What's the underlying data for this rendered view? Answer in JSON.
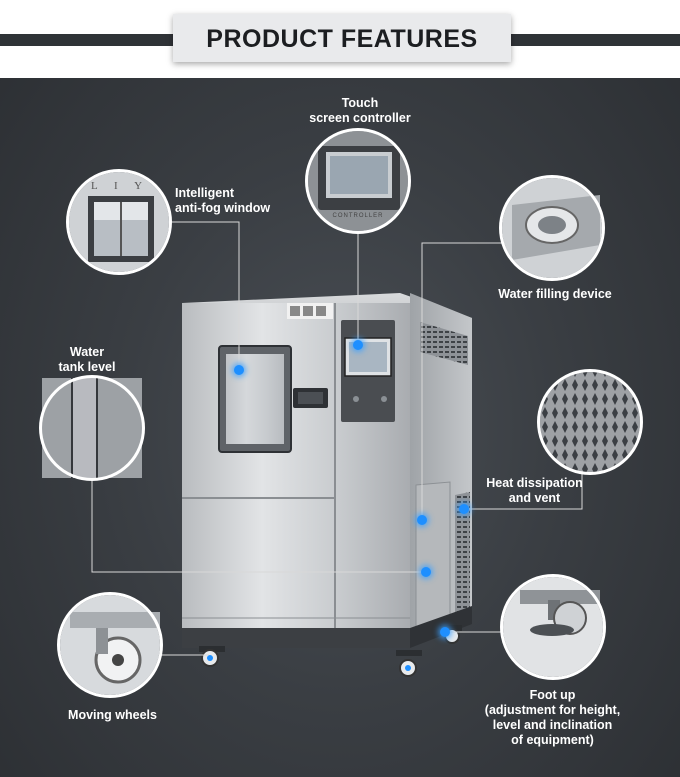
{
  "header": {
    "title": "PRODUCT FEATURES"
  },
  "features": {
    "touch_screen": {
      "line1": "Touch",
      "line2": "screen controller",
      "panel_text": "CONTROLLER"
    },
    "window": {
      "line1": "Intelligent",
      "line2": "anti-fog window",
      "brand_letters": "L I Y I"
    },
    "water_filling": {
      "line1": "Water filling device"
    },
    "water_tank": {
      "line1": "Water",
      "line2": "tank level"
    },
    "heat_vent": {
      "line1": "Heat dissipation",
      "line2": "and vent"
    },
    "wheels": {
      "line1": "Moving wheels"
    },
    "foot": {
      "line1": "Foot up",
      "line2": "(adjustment for height,",
      "line3": "level and inclination",
      "line4": "of equipment)"
    }
  },
  "colors": {
    "background": "#3a3e43",
    "header_band": "#ffffff",
    "title_box": "#e9eaec",
    "accent_dot": "#1e8fff",
    "callout_line": "#d8d8d8",
    "label_text": "#ffffff"
  }
}
